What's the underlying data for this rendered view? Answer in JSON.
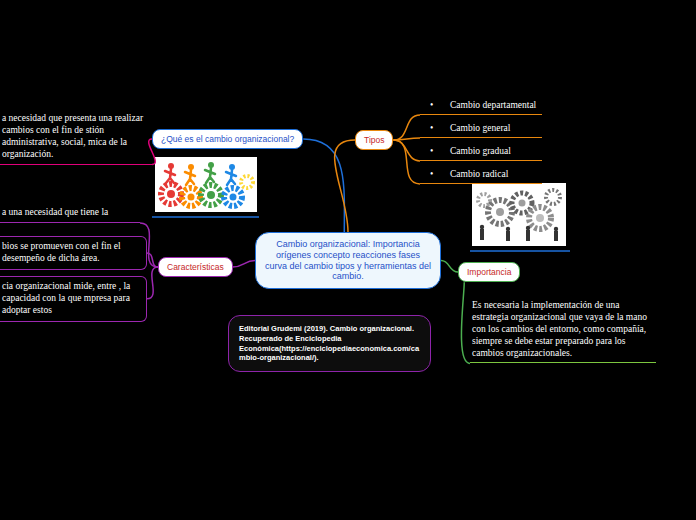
{
  "diagram": {
    "nodes": [
      {
        "text": [
          "Cambio organizacional: Importancia orígenes concepto reacciones fases curva del cambio tipos y herramientas del cambio."
        ]
      },
      {
        "text": [
          "¿Qué es el cambio organizacional?"
        ]
      },
      {
        "text": [
          "a necesidad que presenta una realizar cambios  con el fin de stión administrativa, social, mica de la organización."
        ]
      },
      {
        "text": [
          "Características"
        ]
      },
      {
        "text": [
          "a una necesidad que tiene la"
        ]
      },
      {
        "text": [
          "bios se promueven con el fin el desempeño de dicha área."
        ]
      },
      {
        "text": [
          "cia organizacional mide, entre , la capacidad con la que mpresa para adoptar estos"
        ]
      },
      {
        "text": [
          "Tipos"
        ]
      },
      {
        "text": [
          "•",
          "Cambio departamental"
        ]
      },
      {
        "text": [
          "•",
          "Cambio general"
        ]
      },
      {
        "text": [
          "•",
          "Cambio gradual"
        ]
      },
      {
        "text": [
          "•",
          "Cambio radical"
        ]
      },
      {
        "text": [
          "Importancia"
        ]
      },
      {
        "text": [
          "Es necesaria la implementación de una estrategia organizacional que vaya de la mano con los cambios del entorno, como compañía, siempre se debe estar preparado para los cambios organizacionales."
        ]
      },
      {
        "text": [
          "Editorial Grudemi (2019). Cambio organizacional. Recuperado de Enciclopedia Económica(https://enciclopediaeconomica.com/cambio-organizacional/)."
        ]
      }
    ],
    "edges": [
      {
        "from": 0,
        "to": 1,
        "arrow": "none"
      },
      {
        "from": 0,
        "to": 3,
        "arrow": "none"
      },
      {
        "from": 0,
        "to": 7,
        "arrow": "none"
      },
      {
        "from": 0,
        "to": 12,
        "arrow": "none"
      },
      {
        "from": 1,
        "to": 2,
        "arrow": "none"
      },
      {
        "from": 3,
        "to": 4,
        "arrow": "none"
      },
      {
        "from": 3,
        "to": 5,
        "arrow": "none"
      },
      {
        "from": 3,
        "to": 6,
        "arrow": "none"
      },
      {
        "from": 7,
        "to": 8,
        "arrow": "none"
      },
      {
        "from": 7,
        "to": 9,
        "arrow": "none"
      },
      {
        "from": 7,
        "to": 10,
        "arrow": "none"
      },
      {
        "from": 7,
        "to": 11,
        "arrow": "none"
      },
      {
        "from": 12,
        "to": 13,
        "arrow": "none"
      }
    ]
  }
}
